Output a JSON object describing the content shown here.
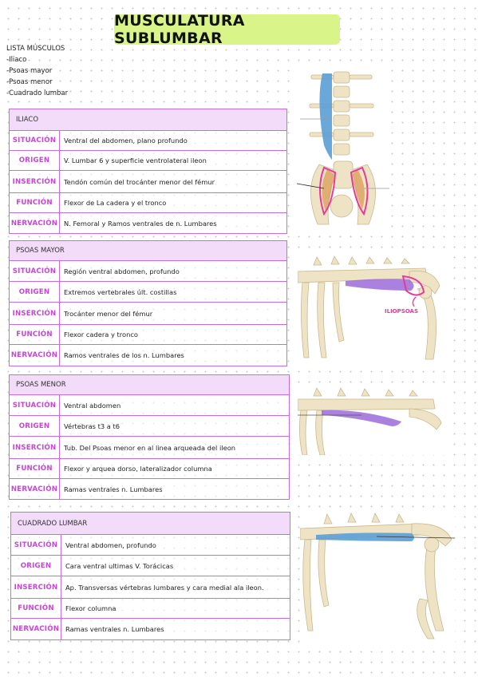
{
  "page": {
    "title": "MUSCULATURA SUBLUMBAR"
  },
  "list": {
    "heading": "LISTA MÚSCULOS",
    "items": [
      "-Iliaco",
      "-Psoas mayor",
      "-Psoas menor",
      "-Cuadrado lumbar"
    ]
  },
  "sections": [
    {
      "title": "ILIACO",
      "rows": [
        {
          "label": "SITUACIÓN",
          "value": "Ventral del abdomen, plano profundo"
        },
        {
          "label": "ORIGEN",
          "value": "V. Lumbar 6 y superficie ventrolateral ileon"
        },
        {
          "label": "INSERCIÓN",
          "value": "Tendón común del trocánter menor del fémur"
        },
        {
          "label": "FUNCIÓN",
          "value": "Flexor de La cadera y el tronco"
        },
        {
          "label": "NERVACIÓN",
          "value": "N. Femoral y Ramos ventrales de n. Lumbares"
        }
      ]
    },
    {
      "title": "PSOAS MAYOR",
      "rows": [
        {
          "label": "SITUACIÓN",
          "value": "Región ventral abdomen, profundo"
        },
        {
          "label": "ORIGEN",
          "value": "Extremos vertebrales últ. costillas"
        },
        {
          "label": "INSERCIÓN",
          "value": "Trocánter menor del fémur"
        },
        {
          "label": "FUNCIÓN",
          "value": "Flexor cadera y tronco"
        },
        {
          "label": "NERVACIÓN",
          "value": "Ramos ventrales de los n. Lumbares"
        }
      ]
    },
    {
      "title": "PSOAS MENOR",
      "rows": [
        {
          "label": "SITUACIÓN",
          "value": "Ventral abdomen"
        },
        {
          "label": "ORIGEN",
          "value": "Vértebras t3 a t6"
        },
        {
          "label": "INSERCIÓN",
          "value": "Tub. Del Psoas menor en al linea arqueada del ileon"
        },
        {
          "label": "FUNCIÓN",
          "value": "Flexor y arquea dorso, lateralizador columna"
        },
        {
          "label": "NERVACIÓN",
          "value": "Ramas ventrales n. Lumbares"
        }
      ]
    },
    {
      "title": "CUADRADO LUMBAR",
      "rows": [
        {
          "label": "SITUACIÓN",
          "value": "Ventral abdomen, profundo"
        },
        {
          "label": "ORIGEN",
          "value": "Cara ventral ultimas V. Torácicas"
        },
        {
          "label": "INSERCIÓN",
          "value": "Ap. Transversas vértebras lumbares y cara medial ala ileon."
        },
        {
          "label": "FUNCIÓN",
          "value": "Flexor columna"
        },
        {
          "label": "NERVACIÓN",
          "value": "Ramas ventrales n. Lumbares"
        }
      ]
    }
  ],
  "illustrations": {
    "psoas_annotation": "ILIOPSOAS"
  },
  "colors": {
    "title_highlight": "#d9f58a",
    "table_border": "#c46ce0",
    "table_header": "#f2dcf9",
    "label_text": "#c548d4",
    "bone": "#efe3c6",
    "muscle_blue": "#5b9fd6",
    "muscle_purple": "#9b6bd9",
    "marker_pink": "#e8399a"
  }
}
